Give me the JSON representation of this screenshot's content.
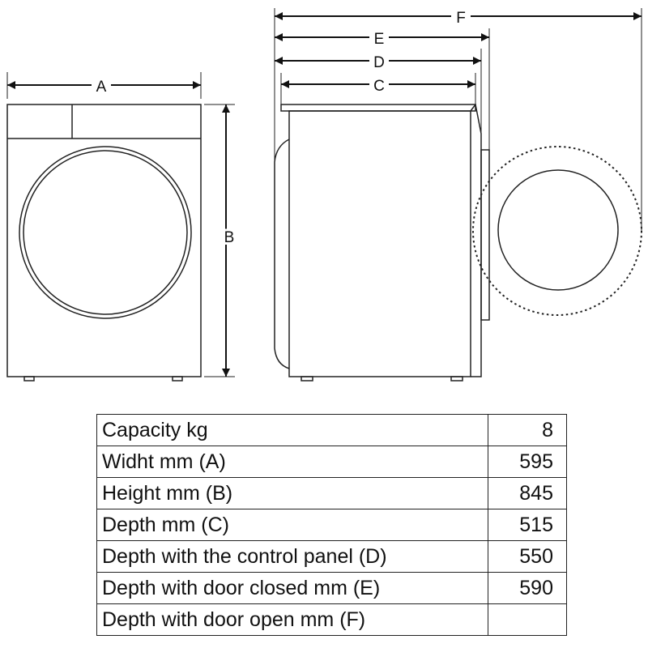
{
  "diagram": {
    "labels": {
      "A": "A",
      "B": "B",
      "C": "C",
      "D": "D",
      "E": "E",
      "F": "F"
    }
  },
  "specs": [
    {
      "label": "Capacity kg",
      "value": "8"
    },
    {
      "label": "Widht mm (A)",
      "value": "595"
    },
    {
      "label": "Height mm (B)",
      "value": "845"
    },
    {
      "label": "Depth mm (C)",
      "value": "515"
    },
    {
      "label": "Depth with the control panel (D)",
      "value": "550"
    },
    {
      "label": "Depth with door closed mm (E)",
      "value": "590"
    },
    {
      "label": "Depth with door open mm (F)",
      "value": ""
    }
  ]
}
